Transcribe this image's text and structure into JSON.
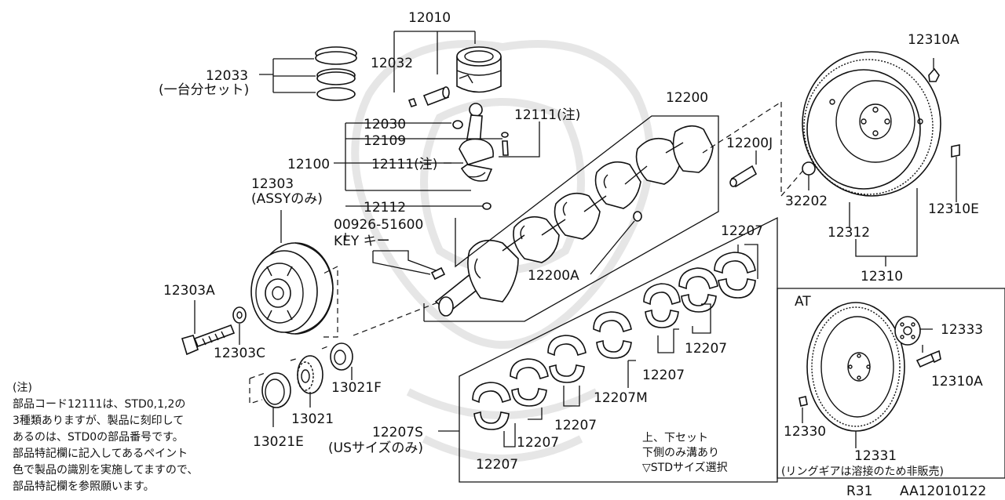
{
  "labels": {
    "p12010": "12010",
    "p12033": "12033",
    "p12033_sub": "(一台分セット)",
    "p12032": "12032",
    "p12200": "12200",
    "p12030": "12030",
    "p12111_top": "12111(注)",
    "p12109": "12109",
    "p12100": "12100",
    "p12111_mid": "12111(注)",
    "p12303": "12303",
    "p12303_sub": "(ASSYのみ)",
    "p12112": "12112",
    "p00926": "00926-51600",
    "key": "KEY キー",
    "p12200J": "12200J",
    "p12310A_top": "12310A",
    "p32202": "32202",
    "p12310E": "12310E",
    "p12312": "12312",
    "p12310": "12310",
    "p12207_a": "12207",
    "p12200A": "12200A",
    "p12303A": "12303A",
    "p12303C": "12303C",
    "p12207_b": "12207",
    "p12207_c": "12207",
    "p12207M": "12207M",
    "p13021F": "13021F",
    "p13021": "13021",
    "p13021E": "13021E",
    "p12207S": "12207S",
    "p12207S_sub": "(USサイズのみ)",
    "p12207_d": "12207",
    "p12207_e": "12207",
    "p12207_f": "12207",
    "set_note_1": "上、下セット",
    "set_note_2": "下側のみ溝あり",
    "set_note_3": "▽STDサイズ選択",
    "at": "AT",
    "p12333": "12333",
    "p12310A_at": "12310A",
    "p12330": "12330",
    "p12331": "12331",
    "p12331_sub": "(リングギアは溶接のため非販売)",
    "footer_model": "R31",
    "footer_code": "AA12010122"
  },
  "note_lines": [
    "(注)",
    "部品コード12111は、STD0,1,2の",
    "3種類ありますが、製品に刻印して",
    "あるのは、STD0の部品番号です。",
    "部品特記欄に記入してあるペイント",
    "色で製品の識別を実施してますので、",
    "部品特記欄を参照願います。"
  ]
}
